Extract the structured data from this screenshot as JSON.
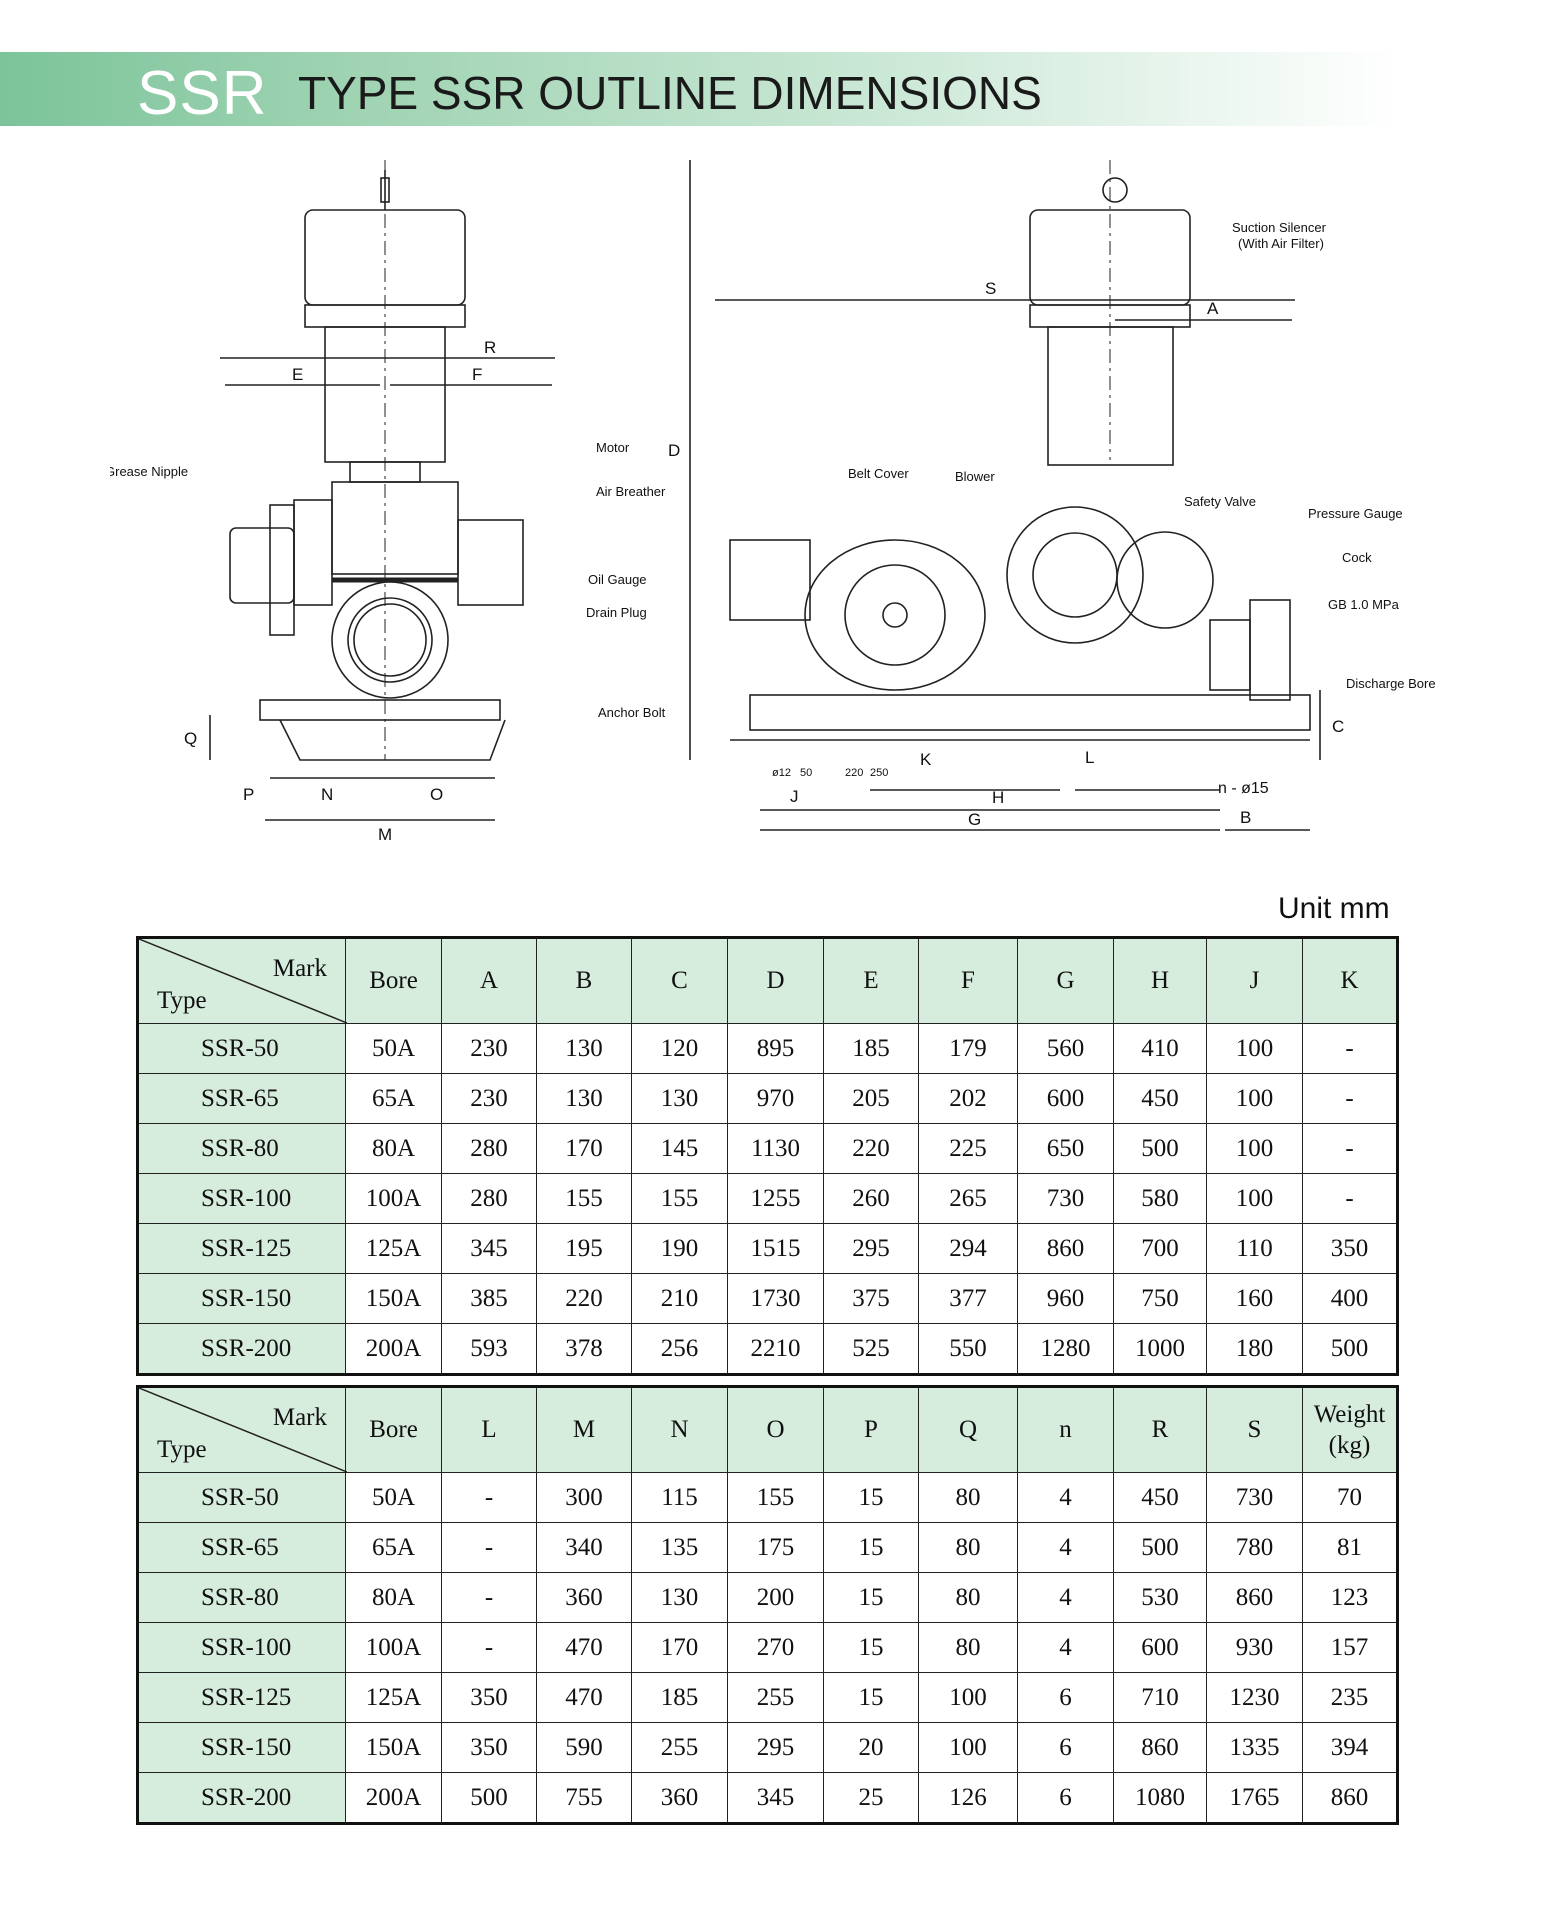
{
  "header": {
    "code": "SSR",
    "title": "TYPE SSR OUTLINE DIMENSIONS"
  },
  "drawing": {
    "left_labels": {
      "grease_nipple": "Grease Nipple",
      "motor": "Motor",
      "air_breather": "Air Breather",
      "oil_gauge": "Oil Gauge",
      "drain_plug": "Drain Plug"
    },
    "right_labels": {
      "suction_silencer_1": "Suction Silencer",
      "suction_silencer_2": "(With Air Filter)",
      "belt_cover": "Belt Cover",
      "blower": "Blower",
      "safety_valve": "Safety Valve",
      "pressure_gauge": "Pressure Gauge",
      "cock": "Cock",
      "gb": "GB 1.0 MPa",
      "discharge_bore": "Discharge Bore",
      "anchor_bolt": "Anchor Bolt",
      "holes": "n - ø15"
    },
    "dim_letters_left": {
      "r": "R",
      "e": "E",
      "f": "F",
      "q": "Q",
      "p": "P",
      "n": "N",
      "o": "O",
      "m": "M"
    },
    "dim_letters_right": {
      "s": "S",
      "a": "A",
      "d": "D",
      "c": "C",
      "k": "K",
      "l": "L",
      "h": "H",
      "j": "J",
      "g": "G",
      "b": "B"
    },
    "anchor_dims": {
      "d12": "ø12",
      "d50": "50",
      "d220": "220",
      "d250": "250"
    }
  },
  "unit": "Unit mm",
  "table1": {
    "corner_mark": "Mark",
    "corner_type": "Type",
    "headers": [
      "Bore",
      "A",
      "B",
      "C",
      "D",
      "E",
      "F",
      "G",
      "H",
      "J",
      "K"
    ],
    "rows": [
      {
        "type": "SSR-50",
        "cells": [
          "50A",
          "230",
          "130",
          "120",
          "895",
          "185",
          "179",
          "560",
          "410",
          "100",
          "-"
        ]
      },
      {
        "type": "SSR-65",
        "cells": [
          "65A",
          "230",
          "130",
          "130",
          "970",
          "205",
          "202",
          "600",
          "450",
          "100",
          "-"
        ]
      },
      {
        "type": "SSR-80",
        "cells": [
          "80A",
          "280",
          "170",
          "145",
          "1130",
          "220",
          "225",
          "650",
          "500",
          "100",
          "-"
        ]
      },
      {
        "type": "SSR-100",
        "cells": [
          "100A",
          "280",
          "155",
          "155",
          "1255",
          "260",
          "265",
          "730",
          "580",
          "100",
          "-"
        ]
      },
      {
        "type": "SSR-125",
        "cells": [
          "125A",
          "345",
          "195",
          "190",
          "1515",
          "295",
          "294",
          "860",
          "700",
          "110",
          "350"
        ]
      },
      {
        "type": "SSR-150",
        "cells": [
          "150A",
          "385",
          "220",
          "210",
          "1730",
          "375",
          "377",
          "960",
          "750",
          "160",
          "400"
        ]
      },
      {
        "type": "SSR-200",
        "cells": [
          "200A",
          "593",
          "378",
          "256",
          "2210",
          "525",
          "550",
          "1280",
          "1000",
          "180",
          "500"
        ]
      }
    ]
  },
  "table2": {
    "corner_mark": "Mark",
    "corner_type": "Type",
    "headers": [
      "Bore",
      "L",
      "M",
      "N",
      "O",
      "P",
      "Q",
      "n",
      "R",
      "S"
    ],
    "weight_header_1": "Weight",
    "weight_header_2": "(kg)",
    "rows": [
      {
        "type": "SSR-50",
        "cells": [
          "50A",
          "-",
          "300",
          "115",
          "155",
          "15",
          "80",
          "4",
          "450",
          "730",
          "70"
        ]
      },
      {
        "type": "SSR-65",
        "cells": [
          "65A",
          "-",
          "340",
          "135",
          "175",
          "15",
          "80",
          "4",
          "500",
          "780",
          "81"
        ]
      },
      {
        "type": "SSR-80",
        "cells": [
          "80A",
          "-",
          "360",
          "130",
          "200",
          "15",
          "80",
          "4",
          "530",
          "860",
          "123"
        ]
      },
      {
        "type": "SSR-100",
        "cells": [
          "100A",
          "-",
          "470",
          "170",
          "270",
          "15",
          "80",
          "4",
          "600",
          "930",
          "157"
        ]
      },
      {
        "type": "SSR-125",
        "cells": [
          "125A",
          "350",
          "470",
          "185",
          "255",
          "15",
          "100",
          "6",
          "710",
          "1230",
          "235"
        ]
      },
      {
        "type": "SSR-150",
        "cells": [
          "150A",
          "350",
          "590",
          "255",
          "295",
          "20",
          "100",
          "6",
          "860",
          "1335",
          "394"
        ]
      },
      {
        "type": "SSR-200",
        "cells": [
          "200A",
          "500",
          "755",
          "360",
          "345",
          "25",
          "126",
          "6",
          "1080",
          "1765",
          "860"
        ]
      }
    ]
  }
}
